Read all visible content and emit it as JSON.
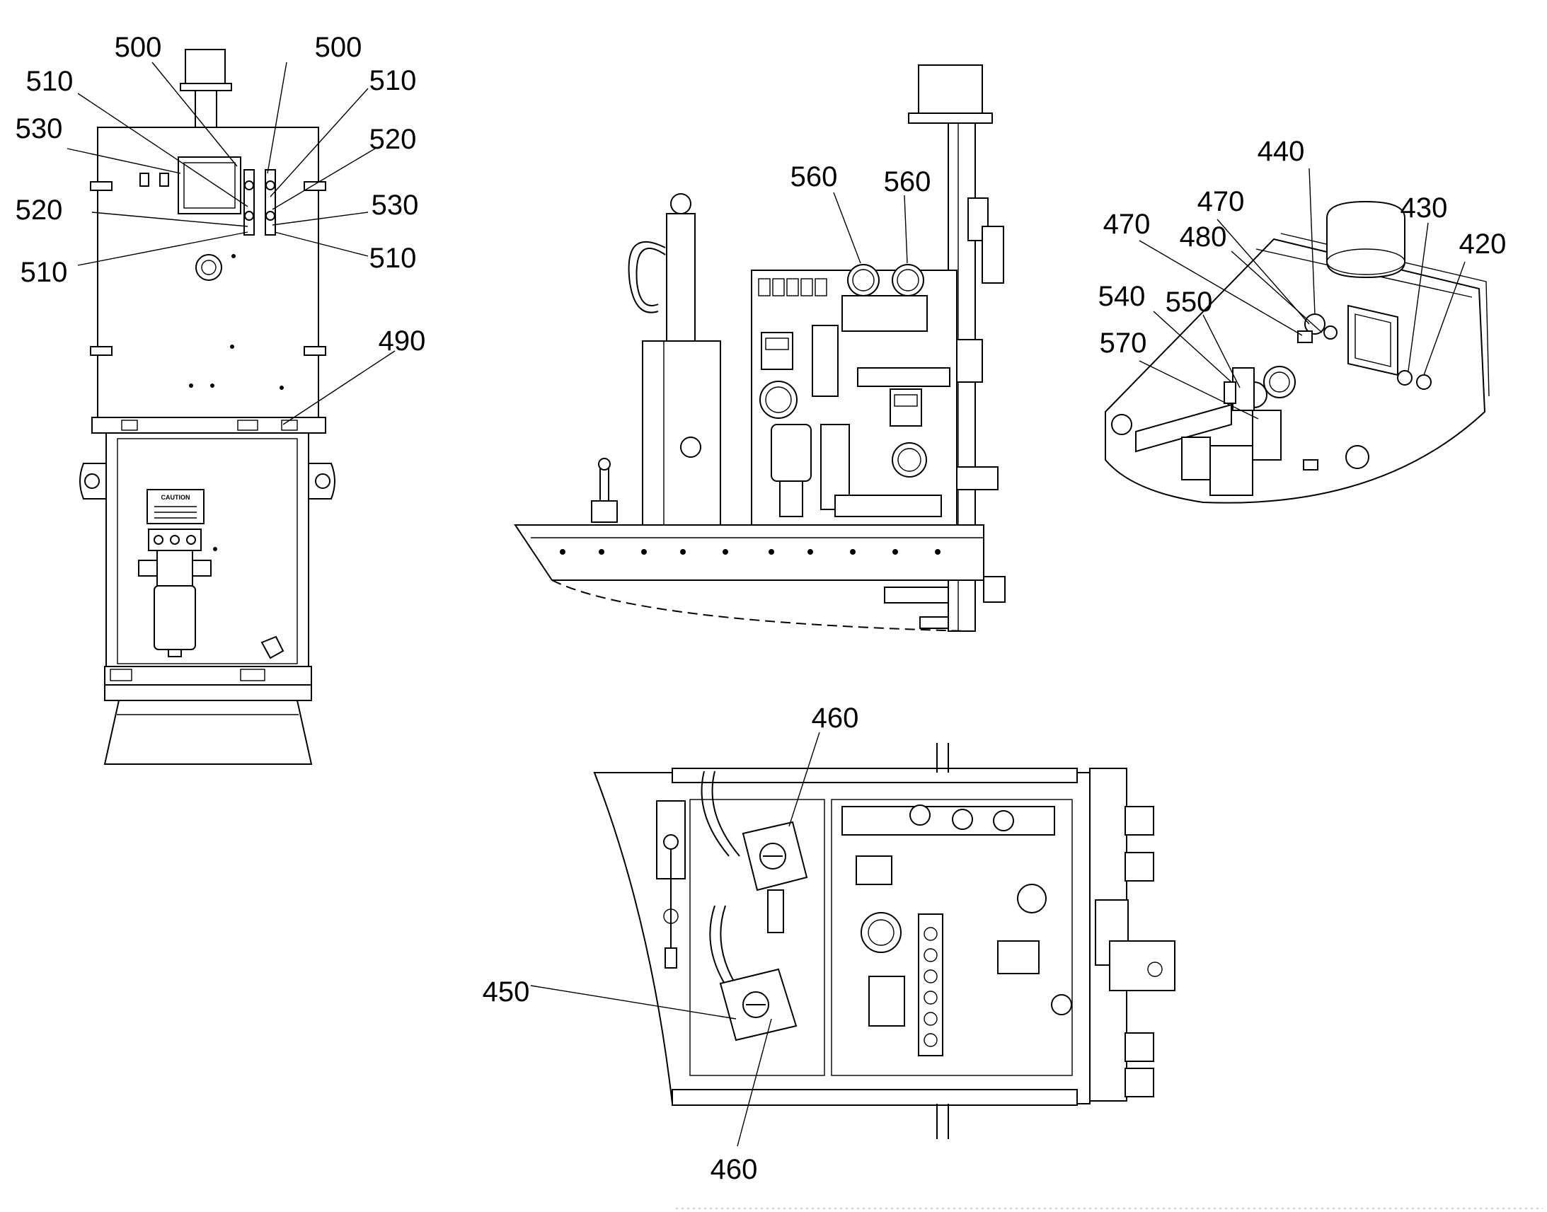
{
  "figure": {
    "caution_label": "CAUTION",
    "reference_numerals": {
      "n420": "420",
      "n430": "430",
      "n440": "440",
      "n450": "450",
      "n460": "460",
      "n470": "470",
      "n480": "480",
      "n490": "490",
      "n500": "500",
      "n510": "510",
      "n520": "520",
      "n530": "530",
      "n540": "540",
      "n550": "550",
      "n560": "560",
      "n570": "570"
    }
  }
}
